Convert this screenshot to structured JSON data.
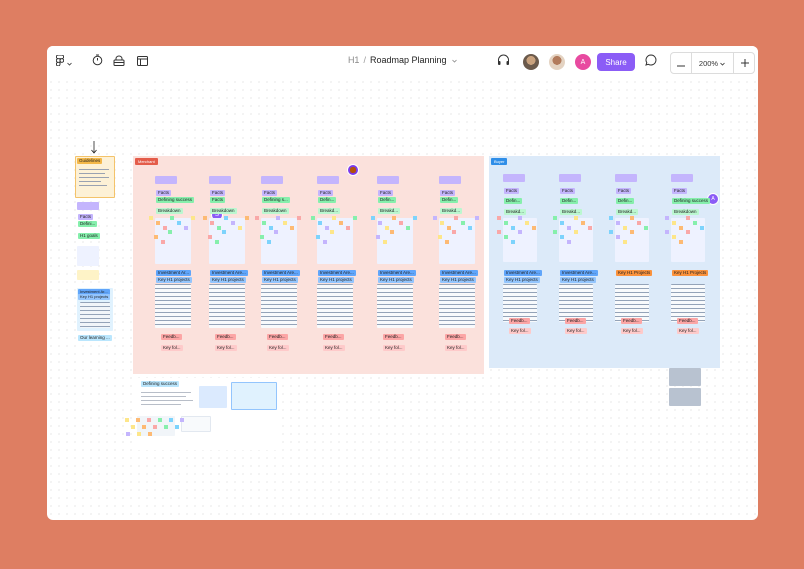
{
  "toolbar": {
    "project": "H1",
    "separator": "/",
    "file_name": "Roadmap Planning",
    "share_label": "Share",
    "zoom_value": "200%",
    "avatar_initial": "A",
    "icons": [
      "figma-logo-icon",
      "chevron-down-icon",
      "timer-icon",
      "lock-icon",
      "layout-icon",
      "headphones-icon",
      "comment-icon",
      "minus-icon",
      "plus-icon"
    ]
  },
  "canvas": {
    "left_note": "Guidelines",
    "sections": [
      {
        "label": "Merchant",
        "color": "#fbe1dc",
        "label_color": "#e45c4a"
      },
      {
        "label": "Buyer",
        "color": "#dceaf9",
        "label_color": "#2f8ee8"
      }
    ],
    "column_tags": {
      "facts": "Facts",
      "defining_success": "Defining success",
      "defining_short": "Defining s...",
      "defin": "Defin...",
      "defini": "Defini...",
      "breakdown": "Breakdown",
      "breakd": "Breakd...",
      "breakdown_full": "Breakdown",
      "investment": "Investment Are...",
      "investment_ar": "Investment Ar...",
      "key_projects": "Key H1 projects",
      "key_h1_projects": "Key H1 Projects",
      "feedb": "Feedb...",
      "key_fol": "Key fol...",
      "our_learning": "Our learning ..."
    },
    "lower_left": {
      "title": "Defining success"
    },
    "cursor_initials": [
      "S",
      "A"
    ],
    "colors": {
      "purple": "#a78bfa",
      "blue": "#7dd3fc",
      "green": "#86efac",
      "pink": "#f9a8a8",
      "yellow": "#fde68a",
      "orange": "#fdba74"
    }
  }
}
